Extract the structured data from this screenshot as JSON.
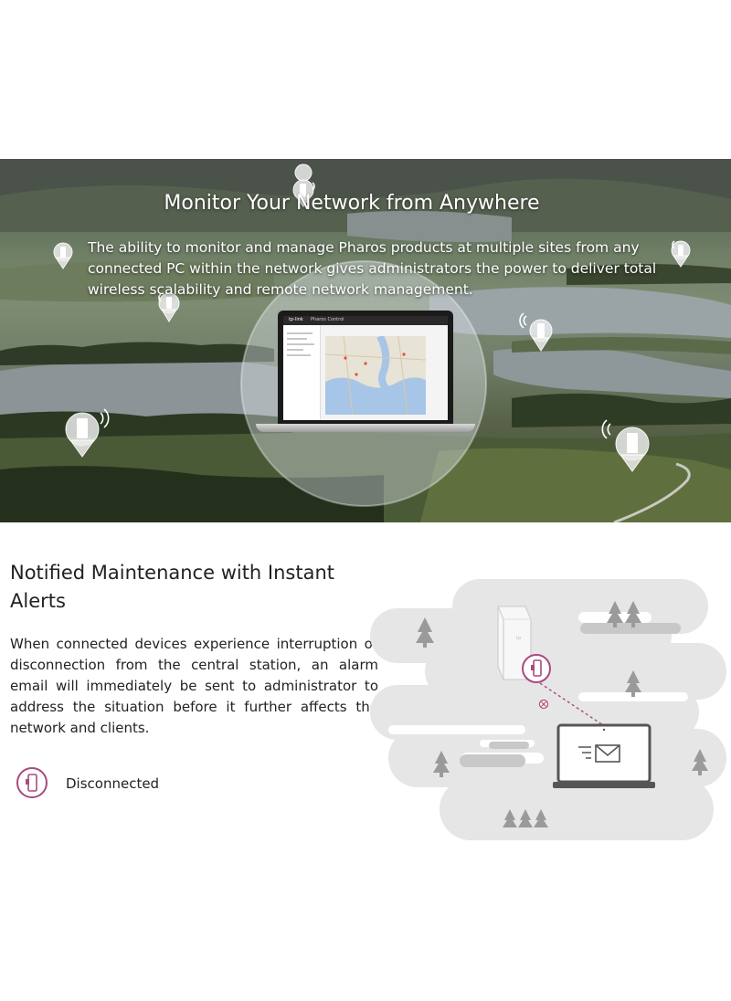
{
  "hero": {
    "title": "Monitor Your Network from Anywhere",
    "body": "The ability to monitor and manage Pharos products at multiple sites from any connected PC within the network gives administrators the power to deliver total wireless scalability and remote network management."
  },
  "laptop_screen": {
    "brand": "tp-link",
    "product": "Pharos Control"
  },
  "alerts": {
    "title": "Notified Maintenance with Instant Alerts",
    "body": "When connected devices experience interruption or disconnection from the central station, an alarm email will immediately be sent to administrator to address the situation before it further affects the network and clients."
  },
  "legend": {
    "label": "Disconnected",
    "icon": "disconnected-device-icon",
    "color": "#a84a7e"
  },
  "colors": {
    "accent": "#a84a7e",
    "illustration_bg": "#e6e6e6",
    "dark_icon": "#555555"
  }
}
